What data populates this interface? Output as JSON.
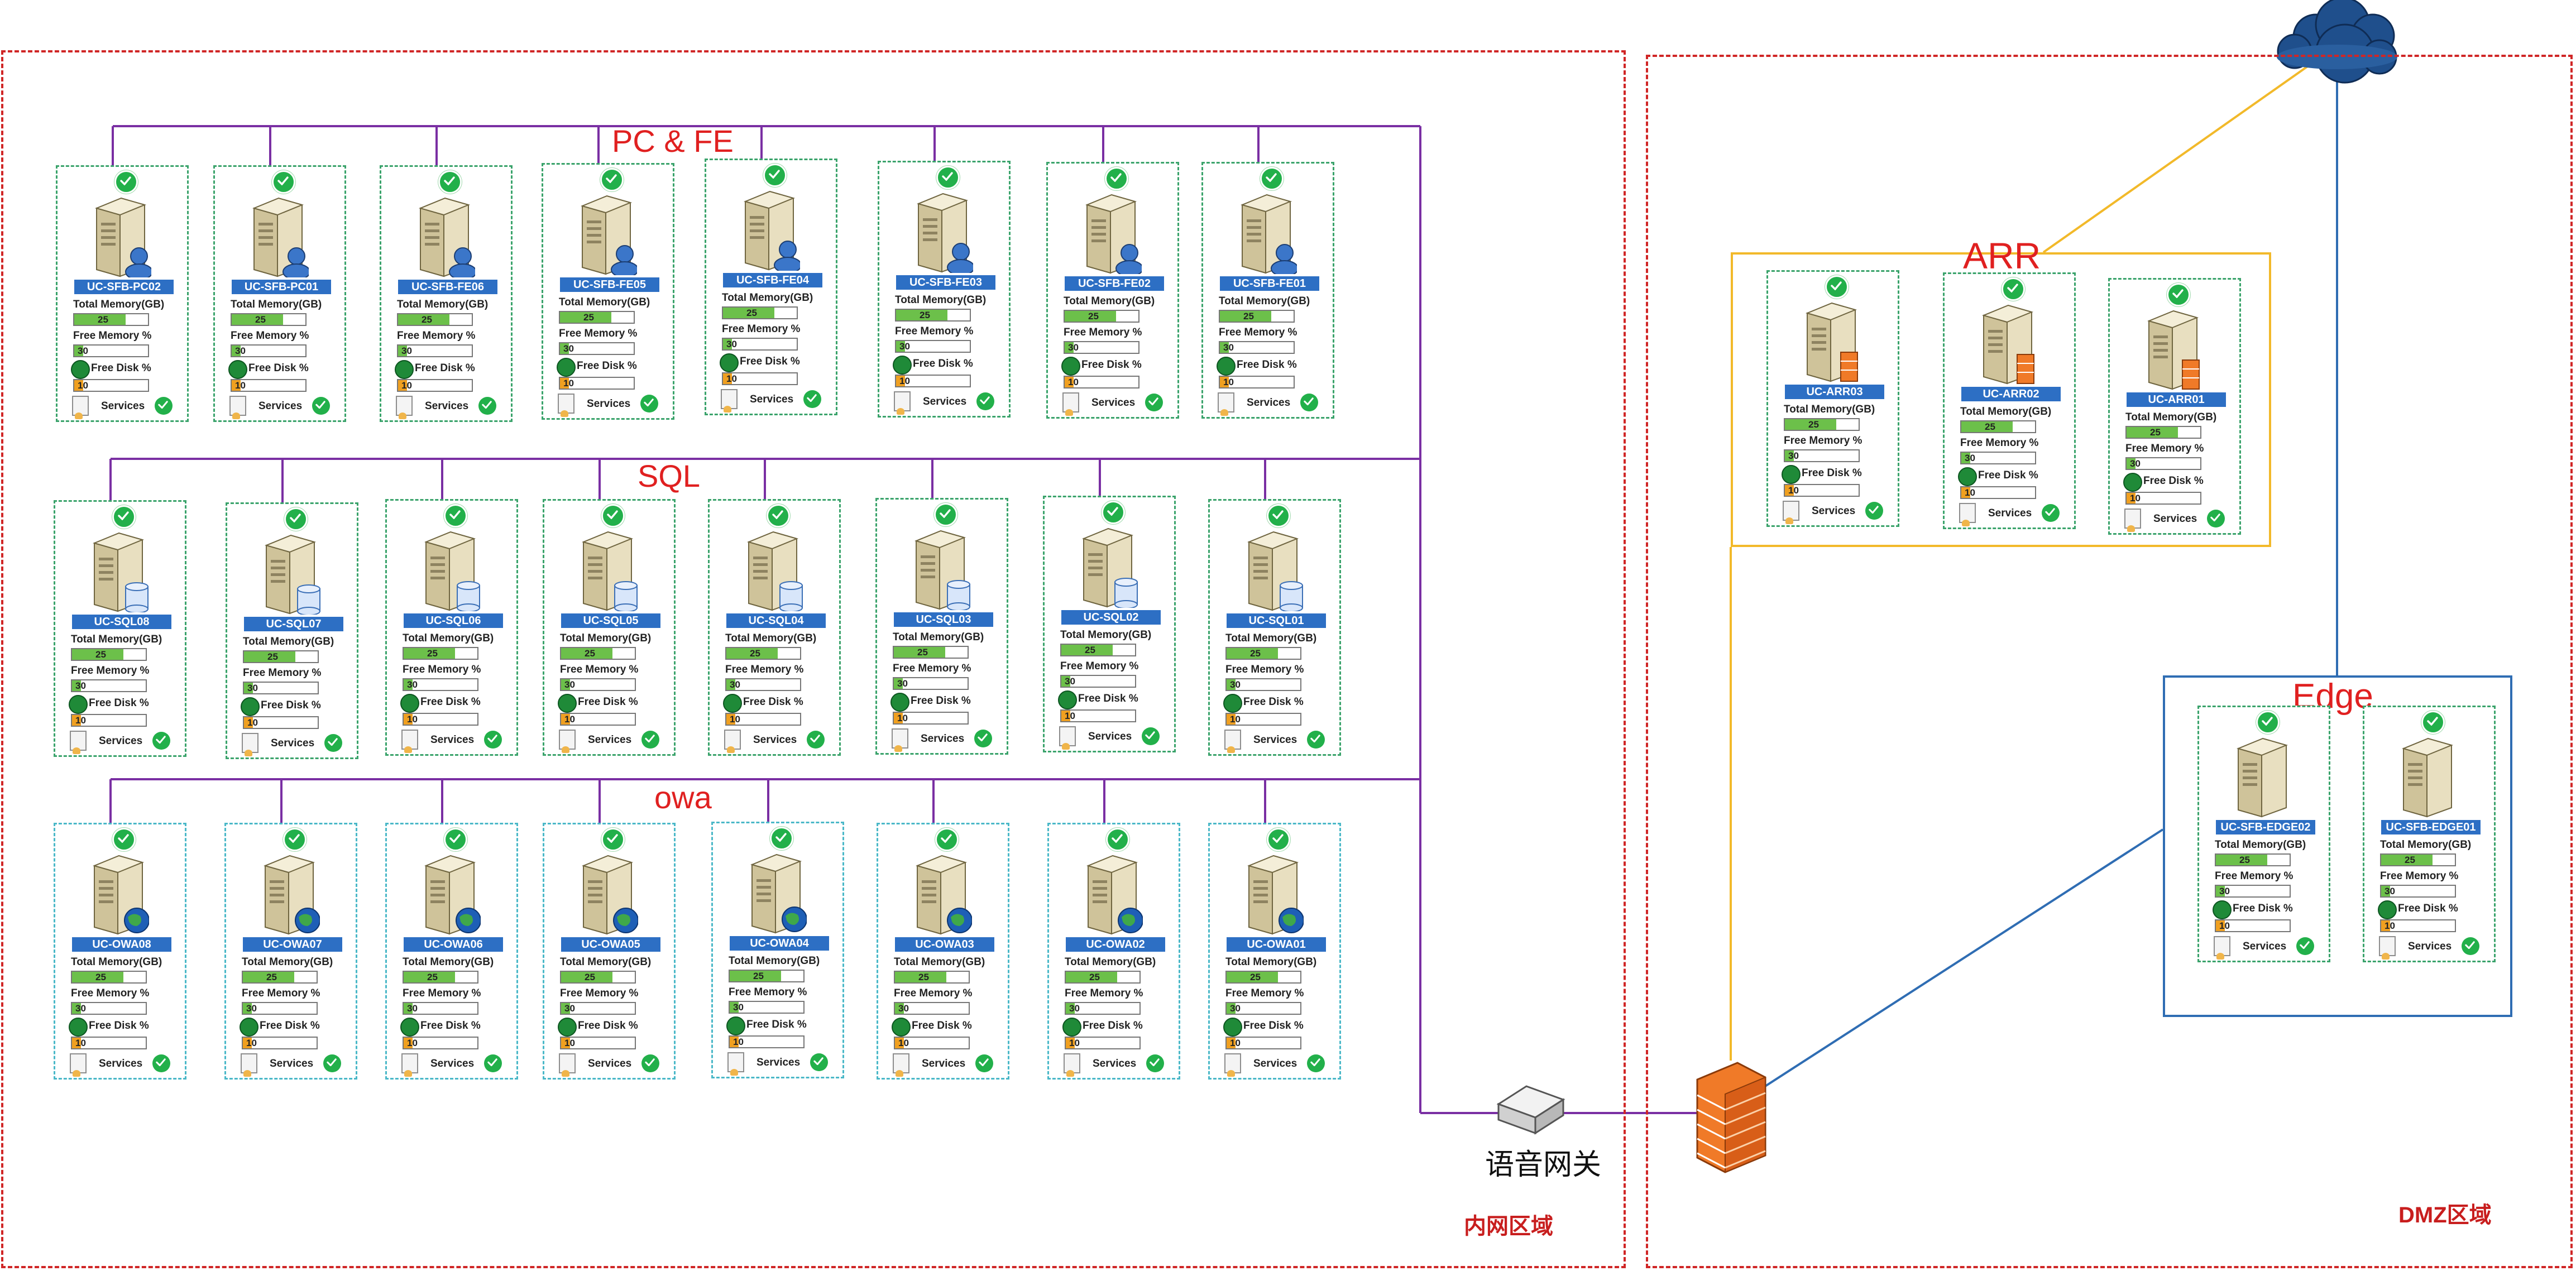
{
  "colors": {
    "zone_border": "#d02626",
    "group_line": "#7a2fa3",
    "arr_border": "#f2b92a",
    "edge_border": "#2f6db3",
    "card_border": "#3aa36b",
    "tag": "#2d6fc4",
    "check": "#22b04a",
    "mem_bar": "#6cc04a",
    "disk_bar": "#f0a020"
  },
  "zones": {
    "intranet": "内网区域",
    "dmz": "DMZ区域"
  },
  "groups": {
    "pcfe": "PC & FE",
    "sql": "SQL",
    "owa": "owa",
    "arr": "ARR",
    "edge": "Edge"
  },
  "gateway": {
    "label": "语音网关",
    "icon": "gateway-icon"
  },
  "firewall": {
    "icon": "firewall-icon"
  },
  "cloud": {
    "icon": "cloud-icon"
  },
  "metric_labels": {
    "total_memory": "Total Memory(GB)",
    "free_memory": "Free Memory %",
    "free_disk": "Free Disk %",
    "services": "Services"
  },
  "metric_values": {
    "total_memory": 25,
    "free_memory": 30,
    "free_disk": 10
  },
  "servers": [
    {
      "name": "UC-SFB-PC02",
      "group": "pcfe",
      "role": "user"
    },
    {
      "name": "UC-SFB-PC01",
      "group": "pcfe",
      "role": "user"
    },
    {
      "name": "UC-SFB-FE06",
      "group": "pcfe",
      "role": "user"
    },
    {
      "name": "UC-SFB-FE05",
      "group": "pcfe",
      "role": "user"
    },
    {
      "name": "UC-SFB-FE04",
      "group": "pcfe",
      "role": "user"
    },
    {
      "name": "UC-SFB-FE03",
      "group": "pcfe",
      "role": "user"
    },
    {
      "name": "UC-SFB-FE02",
      "group": "pcfe",
      "role": "user"
    },
    {
      "name": "UC-SFB-FE01",
      "group": "pcfe",
      "role": "user"
    },
    {
      "name": "UC-SQL08",
      "group": "sql",
      "role": "database"
    },
    {
      "name": "UC-SQL07",
      "group": "sql",
      "role": "database"
    },
    {
      "name": "UC-SQL06",
      "group": "sql",
      "role": "database"
    },
    {
      "name": "UC-SQL05",
      "group": "sql",
      "role": "database"
    },
    {
      "name": "UC-SQL04",
      "group": "sql",
      "role": "database"
    },
    {
      "name": "UC-SQL03",
      "group": "sql",
      "role": "database"
    },
    {
      "name": "UC-SQL02",
      "group": "sql",
      "role": "database"
    },
    {
      "name": "UC-SQL01",
      "group": "sql",
      "role": "database"
    },
    {
      "name": "UC-OWA08",
      "group": "owa",
      "role": "web"
    },
    {
      "name": "UC-OWA07",
      "group": "owa",
      "role": "web"
    },
    {
      "name": "UC-OWA06",
      "group": "owa",
      "role": "web"
    },
    {
      "name": "UC-OWA05",
      "group": "owa",
      "role": "web"
    },
    {
      "name": "UC-OWA04",
      "group": "owa",
      "role": "web"
    },
    {
      "name": "UC-OWA03",
      "group": "owa",
      "role": "web"
    },
    {
      "name": "UC-OWA02",
      "group": "owa",
      "role": "web"
    },
    {
      "name": "UC-OWA01",
      "group": "owa",
      "role": "web"
    },
    {
      "name": "UC-ARR03",
      "group": "arr",
      "role": "proxy"
    },
    {
      "name": "UC-ARR02",
      "group": "arr",
      "role": "proxy"
    },
    {
      "name": "UC-ARR01",
      "group": "arr",
      "role": "proxy"
    },
    {
      "name": "UC-SFB-EDGE02",
      "group": "edge",
      "role": "plain"
    },
    {
      "name": "UC-SFB-EDGE01",
      "group": "edge",
      "role": "plain"
    }
  ]
}
